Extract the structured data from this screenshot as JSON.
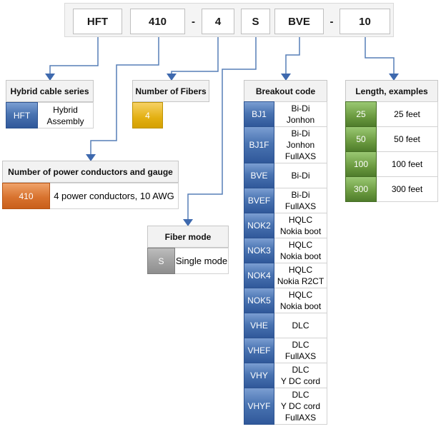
{
  "top_row": {
    "items": [
      {
        "label": "HFT"
      },
      {
        "label": "410"
      },
      {
        "label": "-"
      },
      {
        "label": "4"
      },
      {
        "label": "S"
      },
      {
        "label": "BVE"
      },
      {
        "label": "-"
      },
      {
        "label": "10"
      }
    ]
  },
  "sections": {
    "series": {
      "title": "Hybrid cable series",
      "code": "HFT",
      "desc": "Hybrid\nAssembly"
    },
    "fibers": {
      "title": "Number of Fibers",
      "code": "4"
    },
    "power": {
      "title": "Number of power conductors and gauge",
      "code": "410",
      "desc": "4 power conductors, 10 AWG"
    },
    "fiber_mode": {
      "title": "Fiber mode",
      "code": "S",
      "desc": "Single mode"
    },
    "breakout": {
      "title": "Breakout code",
      "rows": [
        {
          "code": "BJ1",
          "desc": "Bi-Di\nJonhon"
        },
        {
          "code": "BJ1F",
          "desc": "Bi-Di\nJonhon\nFullAXS"
        },
        {
          "code": "BVE",
          "desc": "Bi-Di"
        },
        {
          "code": "BVEF",
          "desc": "Bi-Di\nFullAXS"
        },
        {
          "code": "NOK2",
          "desc": "HQLC\nNokia boot"
        },
        {
          "code": "NOK3",
          "desc": "HQLC\nNokia boot"
        },
        {
          "code": "NOK4",
          "desc": "HQLC\nNokia R2CT"
        },
        {
          "code": "NOK5",
          "desc": "HQLC\nNokia boot"
        },
        {
          "code": "VHE",
          "desc": "DLC"
        },
        {
          "code": "VHEF",
          "desc": "DLC\nFullAXS"
        },
        {
          "code": "VHY",
          "desc": "DLC\nY DC cord"
        },
        {
          "code": "VHYF",
          "desc": "DLC\nY DC cord\nFullAXS"
        }
      ]
    },
    "length": {
      "title": "Length, examples",
      "rows": [
        {
          "code": "25",
          "desc": "25 feet"
        },
        {
          "code": "50",
          "desc": "50 feet"
        },
        {
          "code": "100",
          "desc": "100 feet"
        },
        {
          "code": "300",
          "desc": "300 feet"
        }
      ]
    }
  },
  "colors": {
    "series_blue": "#30589a",
    "power_orange": "#c95f1b",
    "fibers_yellow": "#d5a000",
    "mode_gray": "#8e8e8e",
    "length_green": "#4f7c2b",
    "connector_blue": "#567fb7",
    "header_gray": "#f2f2f2"
  }
}
